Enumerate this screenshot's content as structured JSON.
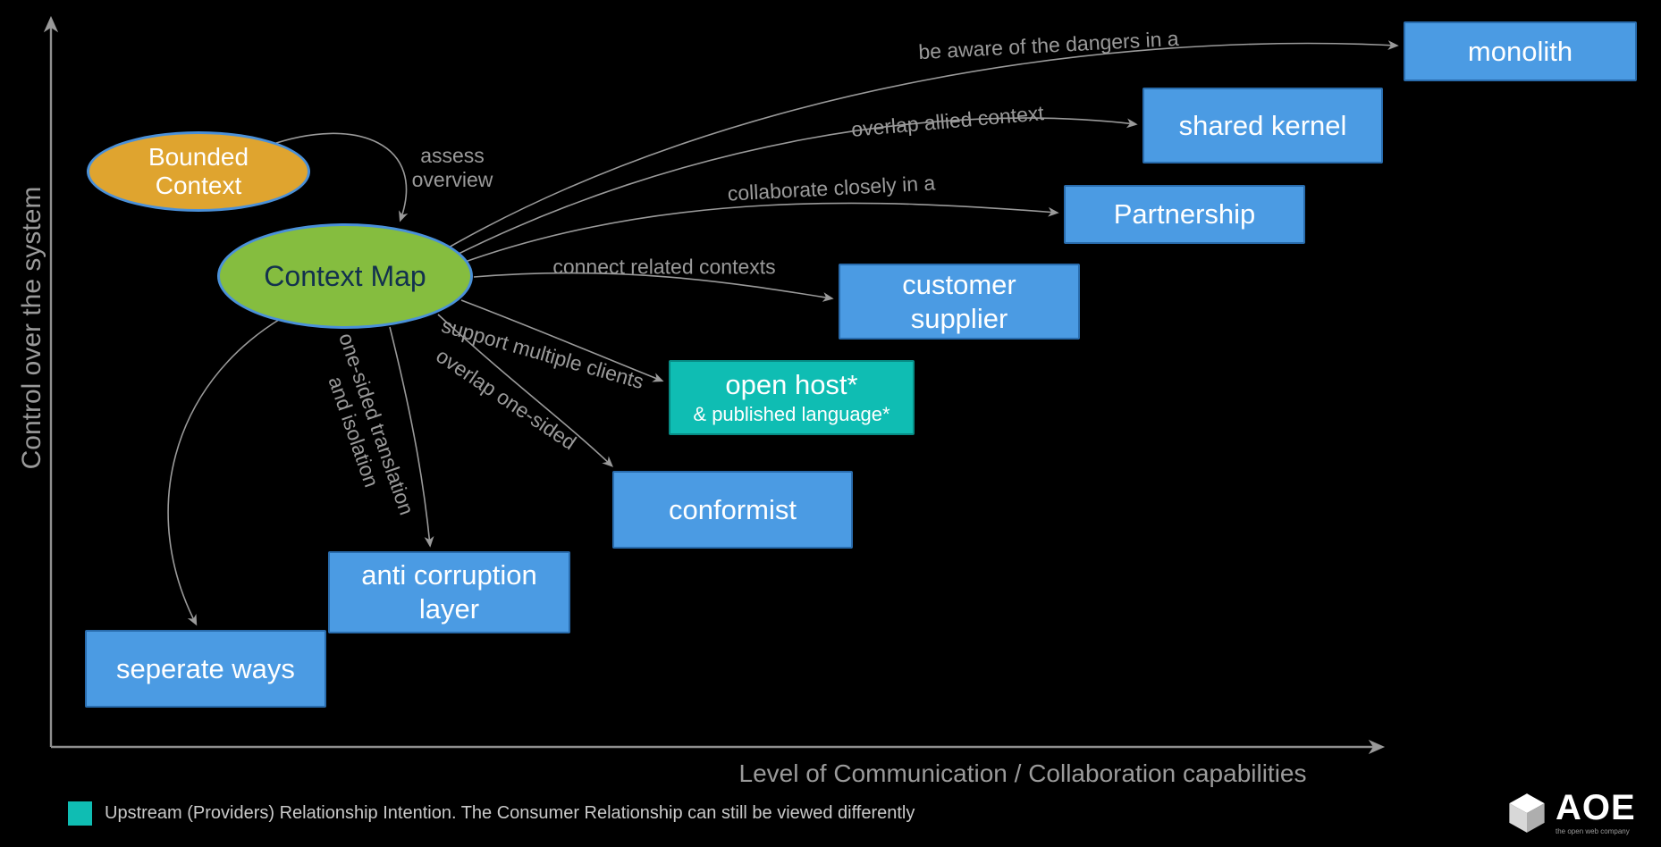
{
  "colors": {
    "background": "#000000",
    "box_blue": "#4B9BE3",
    "box_teal": "#0FBDB3",
    "ellipse_orange": "#DFA42F",
    "ellipse_green": "#85BD3F",
    "ellipse_border": "#4A90D9",
    "arrow_gray": "#9A9A9A",
    "axis_gray": "#8F8F8F",
    "axis_text": "#9A9A9A",
    "legend_text": "#C9C9C9",
    "node_text_dark": "#12314E"
  },
  "axes": {
    "y_label": "Control over the system",
    "x_label": "Level of Communication / Collaboration capabilities"
  },
  "nodes": {
    "bounded_context": "Bounded\nContext",
    "context_map": "Context Map"
  },
  "boxes": {
    "monolith": "monolith",
    "shared_kernel": "shared kernel",
    "partnership": "Partnership",
    "customer_supplier": "customer\nsupplier",
    "open_host": "open host*",
    "open_host_sub": "& published language*",
    "conformist": "conformist",
    "anti_corruption": "anti corruption\nlayer",
    "seperate_ways": "seperate ways"
  },
  "edge_labels": {
    "assess": "assess\noverview",
    "monolith": "be aware of the dangers in a",
    "shared_kernel": "overlap allied context",
    "partnership": "collaborate closely in a",
    "customer_supplier": "connect related contexts",
    "open_host": "support multiple clients",
    "conformist": "overlap one-sided",
    "anti_corruption": "one-sided translation\nand isolation"
  },
  "legend": {
    "text": "Upstream (Providers) Relationship Intention. The Consumer Relationship can still be viewed differently"
  },
  "logo": {
    "name": "AOE",
    "tagline": "the open web company"
  }
}
